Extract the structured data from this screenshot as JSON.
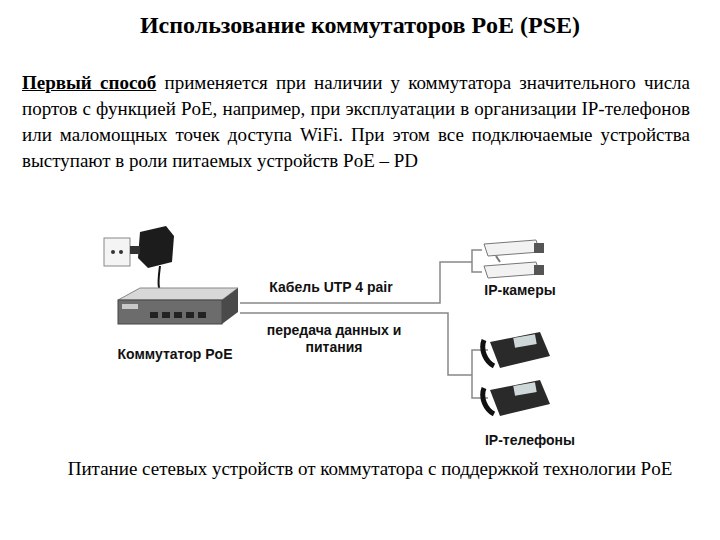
{
  "diagram": {
    "title": "Использование коммутаторов PoE (PSE)",
    "caption": "Питание сетевых устройств от коммутатора с поддержкой технологии PoE",
    "nodes": [
      {
        "text": [
          "Коммутатор PoE"
        ]
      },
      {
        "text": [
          "IP-камеры"
        ]
      },
      {
        "text": [
          "IP-телефоны"
        ]
      }
    ],
    "edges": [
      {
        "from": 0,
        "to": 1,
        "arrow": "none",
        "label": "Кабель UTP 4 pair"
      },
      {
        "from": 0,
        "to": 2,
        "arrow": "none",
        "label": "передача данных и питания"
      }
    ],
    "labels": [
      "Первый способ",
      "применяется при наличии у коммутатора значительного числа портов с функцией PoE, например, при эксплуатации в организации IP-телефонов или маломощных точек доступа WiFi. При этом все подключаемые устройства выступают в роли питаемых устройств PoE – PD"
    ]
  }
}
